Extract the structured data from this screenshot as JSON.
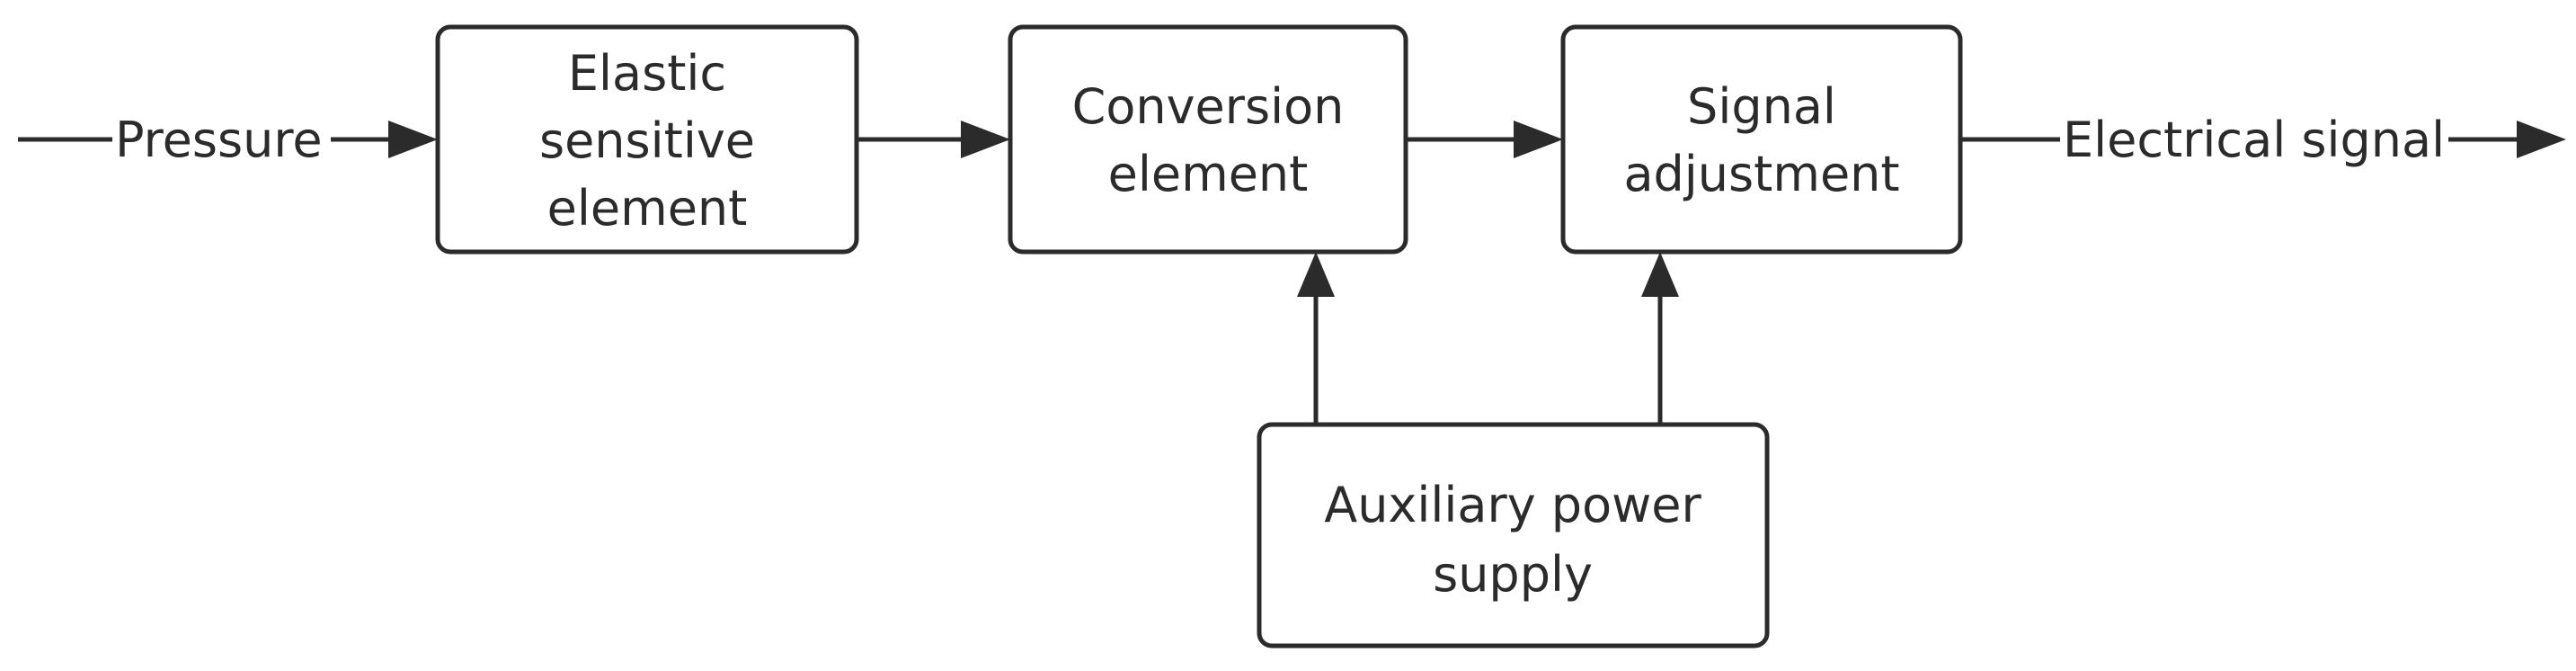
{
  "diagram": {
    "blocks": {
      "elastic": {
        "lines": [
          "Elastic",
          "sensitive",
          "element"
        ]
      },
      "conversion": {
        "lines": [
          "Conversion",
          "element"
        ]
      },
      "signal": {
        "lines": [
          "Signal",
          "adjustment"
        ]
      },
      "auxiliary": {
        "lines": [
          "Auxiliary power",
          "supply"
        ]
      }
    },
    "labels": {
      "input": "Pressure",
      "output": "Electrical signal"
    },
    "edges": [
      {
        "from": "input",
        "to": "elastic"
      },
      {
        "from": "elastic",
        "to": "conversion"
      },
      {
        "from": "conversion",
        "to": "signal"
      },
      {
        "from": "signal",
        "to": "output"
      },
      {
        "from": "auxiliary",
        "to": "conversion"
      },
      {
        "from": "auxiliary",
        "to": "signal"
      }
    ],
    "colors": {
      "stroke": "#2b2b2b",
      "background": "#ffffff"
    }
  }
}
